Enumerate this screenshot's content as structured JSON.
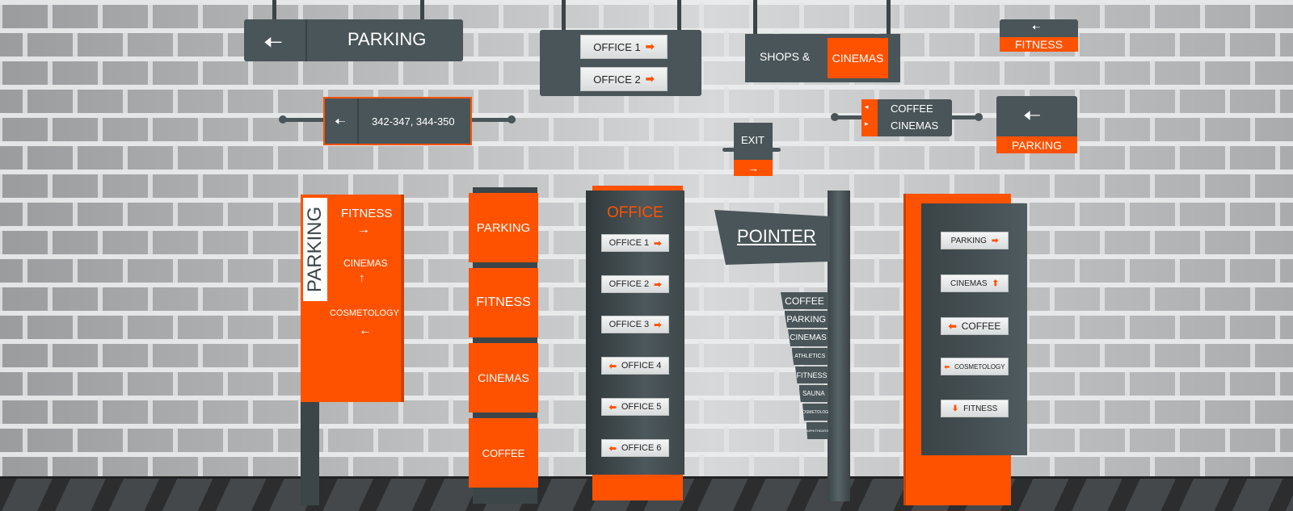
{
  "colors": {
    "accent": "#ff5200",
    "panel": "#4a5559",
    "panel_dark": "#3c4548",
    "wall": "#c9cbcc"
  },
  "hanging": {
    "parking_label": "PARKING",
    "office1_label": "OFFICE 1",
    "office2_label": "OFFICE 2",
    "shops_label": "SHOPS &",
    "cinemas_label": "CINEMAS",
    "fitness_label": "FITNESS"
  },
  "wall_signs": {
    "range_label": "342-347, 344-350",
    "exit_label": "EXIT",
    "coffee_label": "COFFEE",
    "cinemas_label": "CINEMAS",
    "parking_label": "PARKING"
  },
  "pylon1": {
    "vertical_label": "PARKING",
    "items": [
      {
        "label": "FITNESS",
        "arrow": "→"
      },
      {
        "label": "CINEMAS",
        "arrow": "↑"
      },
      {
        "label": "COSMETOLOGY",
        "arrow": "←"
      }
    ]
  },
  "stack": {
    "items": [
      "PARKING",
      "FITNESS",
      "CINEMAS",
      "COFFEE"
    ]
  },
  "office_tower": {
    "title": "OFFICE",
    "items": [
      "OFFICE 1",
      "OFFICE 2",
      "OFFICE 3",
      "OFFICE 4",
      "OFFICE 5",
      "OFFICE 6"
    ]
  },
  "pointer": {
    "title": "POINTER",
    "items": [
      "COFFEE",
      "PARKING",
      "CINEMAS",
      "ATHLETICS",
      "FITNESS",
      "SAUNA",
      "COSMETOLOGY",
      "AMPHITHEATER"
    ]
  },
  "directory": {
    "items": [
      {
        "label": "PARKING",
        "arrow": "right"
      },
      {
        "label": "CINEMAS",
        "arrow": "up"
      },
      {
        "label": "COFFEE",
        "arrow": "left"
      },
      {
        "label": "COSMETOLOGY",
        "arrow": "left"
      },
      {
        "label": "FITNESS",
        "arrow": "down"
      }
    ]
  }
}
